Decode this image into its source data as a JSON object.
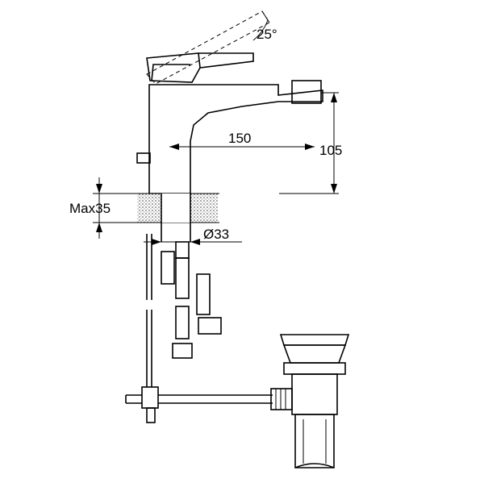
{
  "dimensions": {
    "lever_angle": "25°",
    "spout_reach": "150",
    "height": "105",
    "max_thickness": "Max35",
    "hole_diameter": "Ø33"
  },
  "colors": {
    "line": "#000000",
    "background": "#ffffff",
    "hatch": "#555555"
  }
}
